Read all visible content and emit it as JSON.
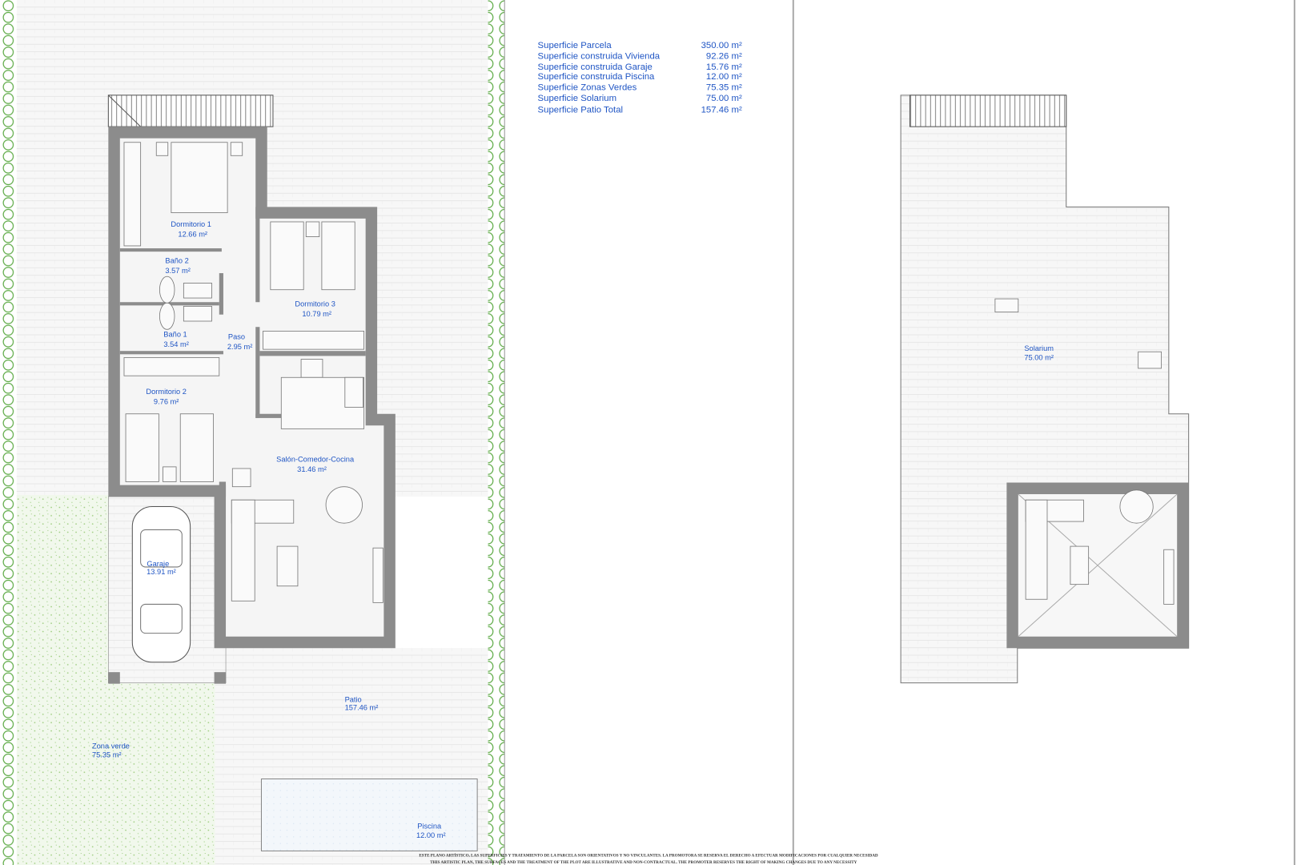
{
  "areas_table": [
    {
      "label": "Superficie Parcela",
      "value": "350.00 m²"
    },
    {
      "label": "Superficie construida Vivienda",
      "value": "92.26 m²"
    },
    {
      "label": "Superficie construida Garaje",
      "value": "15.76 m²"
    },
    {
      "label": "Superficie construida Piscina",
      "value": "12.00 m²"
    },
    {
      "label": "Superficie Zonas Verdes",
      "value": "75.35 m²"
    },
    {
      "label": "Superficie Solarium",
      "value": "75.00 m²"
    },
    {
      "label": "Superficie Patio Total",
      "value": "157.46 m²"
    }
  ],
  "rooms": {
    "dormitorio1": {
      "name": "Dormitorio 1",
      "area": "12.66 m²"
    },
    "bano2": {
      "name": "Baño 2",
      "area": "3.57 m²"
    },
    "bano1": {
      "name": "Baño 1",
      "area": "3.54 m²"
    },
    "paso": {
      "name": "Paso",
      "area": "2.95 m²"
    },
    "dormitorio3": {
      "name": "Dormitorio 3",
      "area": "10.79 m²"
    },
    "dormitorio2": {
      "name": "Dormitorio 2",
      "area": "9.76 m²"
    },
    "salon": {
      "name": "Salón-Comedor-Cocina",
      "area": "31.46 m²"
    },
    "garaje": {
      "name": "Garaje",
      "area": "13.91 m²"
    },
    "patio": {
      "name": "Patio",
      "area": "157.46 m²"
    },
    "zona_verde": {
      "name": "Zona verde",
      "area": "75.35 m²"
    },
    "piscina": {
      "name": "Piscina",
      "area": "12.00 m²"
    },
    "solarium": {
      "name": "Solarium",
      "area": "75.00 m²"
    }
  },
  "disclaimer": {
    "es": "ESTE PLANO ARTÍSTICO, LAS SUPERFICIES Y TRATAMIENTO DE LA PARCELA SON ORIENTATIVOS Y NO VINCULANTES. LA PROMOTORA SE RESERVA EL DERECHO A EFECTUAR MODIFICACIONES POR CUALQUIER NECESIDAD",
    "en": "THIS ARTISTIC PLAN, THE SURFACES AND THE TREATMENT OF THE PLOT ARE ILLUSTRATIVE AND NON-CONTRACTUAL. THE PROMOTER RESERVES THE RIGHT OF MAKING CHANGES DUE TO ANY NECESSITY"
  },
  "colors": {
    "label": "#1f55c4",
    "wall": "#8c8c8c",
    "hedge": "#4caf50",
    "green_area": "#e8f4e0",
    "pool": "#eef4fb"
  }
}
